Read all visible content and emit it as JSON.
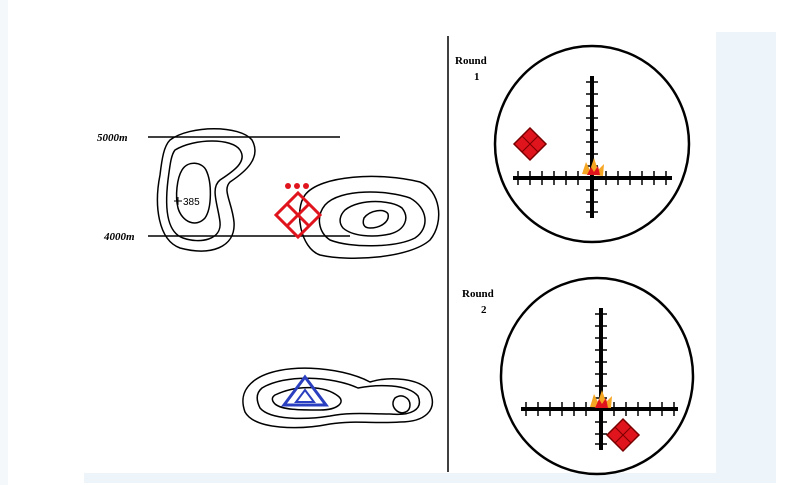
{
  "map": {
    "range_far": "5000m",
    "range_near": "4000m",
    "spot_height": "385",
    "colors": {
      "target": "#e0141c",
      "observer": "#2a3fbf",
      "burst": "#f5a623"
    }
  },
  "rounds": [
    {
      "title": "Round",
      "number": "1"
    },
    {
      "title": "Round",
      "number": "2"
    }
  ],
  "icons": [
    "target-diamond-icon",
    "observer-triangle-icon",
    "burst-icon",
    "reticle-icon"
  ]
}
